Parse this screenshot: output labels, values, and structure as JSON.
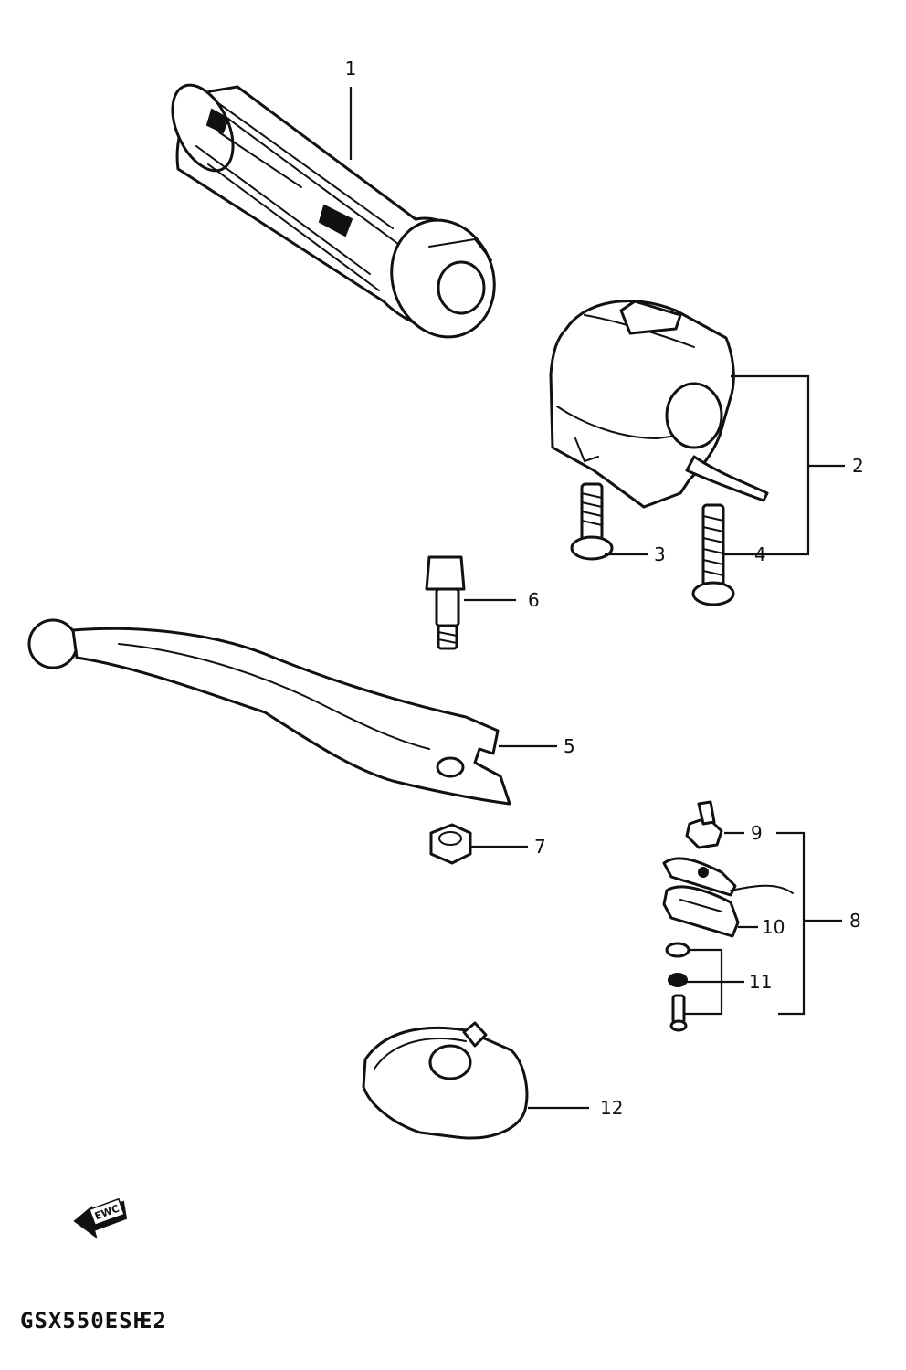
{
  "diagram": {
    "model_code": "GSX550ESH",
    "region_code": "E2",
    "direction_badge": "EWC",
    "callouts": [
      {
        "id": "1",
        "part": "handlebar-grip"
      },
      {
        "id": "2",
        "part": "handlebar-switch-assembly"
      },
      {
        "id": "3",
        "part": "switch-screw-short"
      },
      {
        "id": "4",
        "part": "switch-screw-long"
      },
      {
        "id": "5",
        "part": "clutch-lever"
      },
      {
        "id": "6",
        "part": "lever-pivot-bolt"
      },
      {
        "id": "7",
        "part": "lever-nut"
      },
      {
        "id": "8",
        "part": "clutch-switch-assembly"
      },
      {
        "id": "9",
        "part": "switch-terminal"
      },
      {
        "id": "10",
        "part": "switch-body"
      },
      {
        "id": "11",
        "part": "switch-screw-washer"
      },
      {
        "id": "12",
        "part": "lever-holder-cover"
      }
    ]
  }
}
